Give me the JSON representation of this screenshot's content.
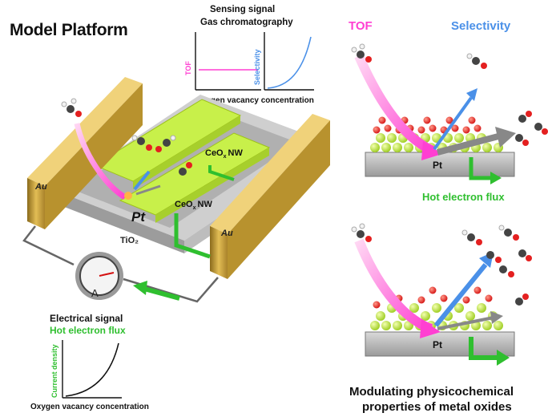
{
  "title": "Model Platform",
  "sensing": {
    "line1": "Sensing signal",
    "line2": "Gas chromatography",
    "tof_axis": "TOF",
    "sel_axis": "Selectivity",
    "x_axis": "Oxygen vacancy concentration"
  },
  "electrical": {
    "line1": "Electrical signal",
    "line2": "Hot electron flux",
    "y_axis": "Current density",
    "x_axis": "Oxygen vacancy concentration"
  },
  "device": {
    "au_left": "Au",
    "au_right": "Au",
    "pt": "Pt",
    "ceo_top": "CeO",
    "ceo_bottom": "CeO",
    "sub_x": "x",
    "nw": "NW",
    "tio2": "TiO₂",
    "ammeter": "A"
  },
  "panels": {
    "tof": "TOF",
    "selectivity": "Selectivity",
    "pt_top": "Pt",
    "pt_bottom": "Pt",
    "hot_flux": "Hot electron flux"
  },
  "caption": {
    "line1": "Modulating physicochemical",
    "line2": "properties of metal oxides"
  },
  "colors": {
    "tof": "#ff3fd2",
    "selectivity": "#4a90e8",
    "hot_electron": "#2fbf2f",
    "gold": "#c9a23a",
    "nanowire": "#c8f04a"
  }
}
